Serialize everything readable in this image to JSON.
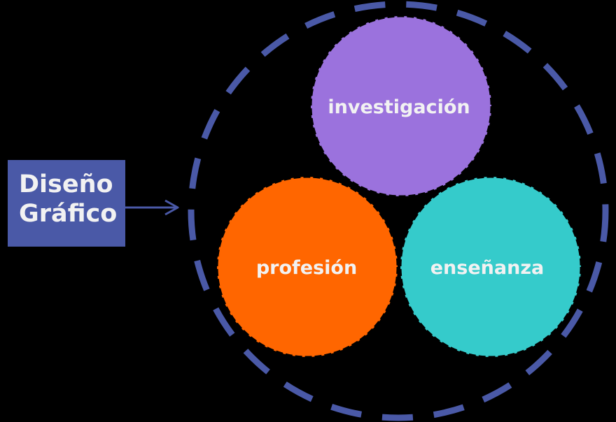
{
  "source_box": {
    "line1": "Diseño",
    "line2": "Gráfico",
    "color": "#4a59a7"
  },
  "nodes": [
    {
      "id": "investigacion",
      "label": "investigación",
      "color": "#9b72dd"
    },
    {
      "id": "profesion",
      "label": "profesión",
      "color": "#ff6600"
    },
    {
      "id": "ensenanza",
      "label": "enseñanza",
      "color": "#35cbcb"
    }
  ],
  "boundary": {
    "style": "dashed",
    "color": "#4a59a7"
  },
  "arrow": {
    "color": "#4a59a7"
  }
}
